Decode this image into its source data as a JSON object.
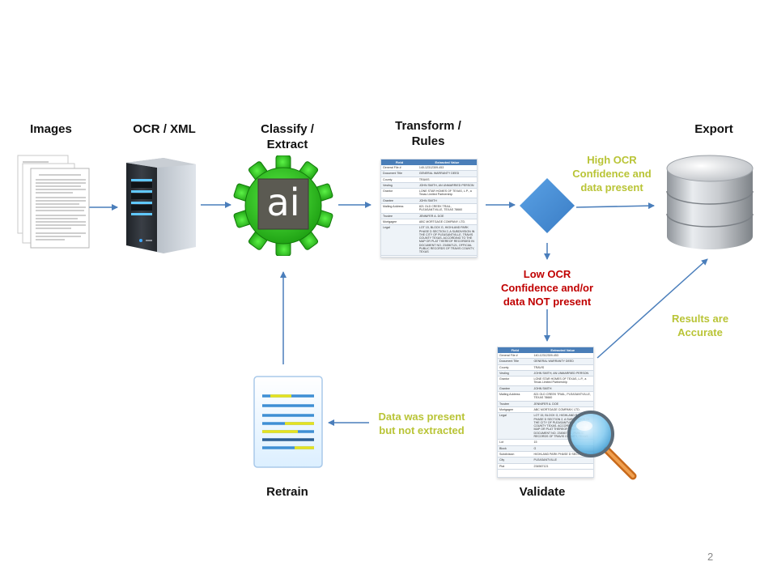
{
  "stages": {
    "images": "Images",
    "ocr": "OCR / XML",
    "classify": [
      "Classify /",
      "Extract"
    ],
    "transform": [
      "Transform /",
      "Rules"
    ],
    "export": "Export",
    "validate": "Validate",
    "retrain": "Retrain"
  },
  "notes": {
    "high": [
      "High OCR",
      "Confidence and",
      "data present"
    ],
    "low": [
      "Low OCR",
      "Confidence and/or",
      "data NOT present"
    ],
    "accurate": [
      "Results are",
      "Accurate"
    ],
    "notextracted": [
      "Data was present",
      "but not extracted"
    ]
  },
  "ai_logo": "ai",
  "page_number": "2",
  "colors": {
    "arrow": "#4a7ebb",
    "olive": "#b9c436",
    "red": "#c00000",
    "gear": "#2ecc1a",
    "diamond": "#4a8fd4"
  },
  "extract_table": {
    "headers": [
      "Field",
      "Extracted Value"
    ],
    "rows": [
      [
        "General File #",
        "140-12312309-453"
      ],
      [
        "Document Title",
        "GENERAL WARRANTY DEED"
      ],
      [
        "County",
        "TRAVIS"
      ],
      [
        "Vesting",
        "JOHN SMITH, AN UNMARRIED PERSON"
      ],
      [
        "Grantor",
        "LONE STAR HOMES OF TEXAS, L.P., a Texas Limited Partnership"
      ],
      [
        "Grantee",
        "JOHN SMITH"
      ],
      [
        "Mailing Address",
        "821 OLD CREEK TRAIL, PLEASANTVILLE, TEXAS 78660"
      ],
      [
        "Trustee",
        "JENNIFER A. DOE"
      ],
      [
        "Mortgagee",
        "ABC MORTGAGE COMPANY, LTD."
      ],
      [
        "Legal",
        "LOT 15, BLOCK G, HIGHLAND PARK PHASE D SECTION 2, A SUBDIVISION IN THE CITY OF PLEASANTVILLE, TRAVIS COUNTY TEXAS, ACCORDING TO THE MAP OR PLAT THEREOF RECORDED IN DOCUMENT NO. 234567121, OFFICIAL PUBLIC RECORDS OF TRAVIS COUNTY, TEXAS"
      ]
    ]
  },
  "validate_table": {
    "headers": [
      "Field",
      "Extracted Value"
    ],
    "rows": [
      [
        "General File #",
        "140-12312309-453"
      ],
      [
        "Document Title",
        "GENERAL WARRANTY DEED"
      ],
      [
        "County",
        "TRAVIS"
      ],
      [
        "Vesting",
        "JOHN SMITH, AN UNMARRIED PERSON"
      ],
      [
        "Grantor",
        "LONE STAR HOMES OF TEXAS, L.P., a Texas Limited Partnership"
      ],
      [
        "Grantee",
        "JOHN SMITH"
      ],
      [
        "Mailing Address",
        "821 OLD CREEK TRAIL, PLEASANTVILLE, TEXAS 78660"
      ],
      [
        "Trustee",
        "JENNIFER A. DOE"
      ],
      [
        "Mortgagee",
        "ABC MORTGAGE COMPANY, LTD."
      ],
      [
        "Legal",
        "LOT 15, BLOCK G, HIGHLAND PARK PHASE D SECTION 2, A SUBDIVISION IN THE CITY OF PLEASANTVILLE, TRAVIS COUNTY TEXAS, ACCORDING TO THE MAP OR PLAT THEREOF RECORDED IN DOCUMENT NO. 234567121, PUBLIC RECORDS OF TRAVIS COUNTY, TEXAS"
      ],
      [
        "Lot",
        "15"
      ],
      [
        "Block",
        "G"
      ],
      [
        "Subdivision",
        "HIGHLAND PARK PHASE D SECTION 2"
      ],
      [
        "City",
        "PLEASANTVILLE"
      ],
      [
        "Plat",
        "234567121"
      ]
    ]
  }
}
